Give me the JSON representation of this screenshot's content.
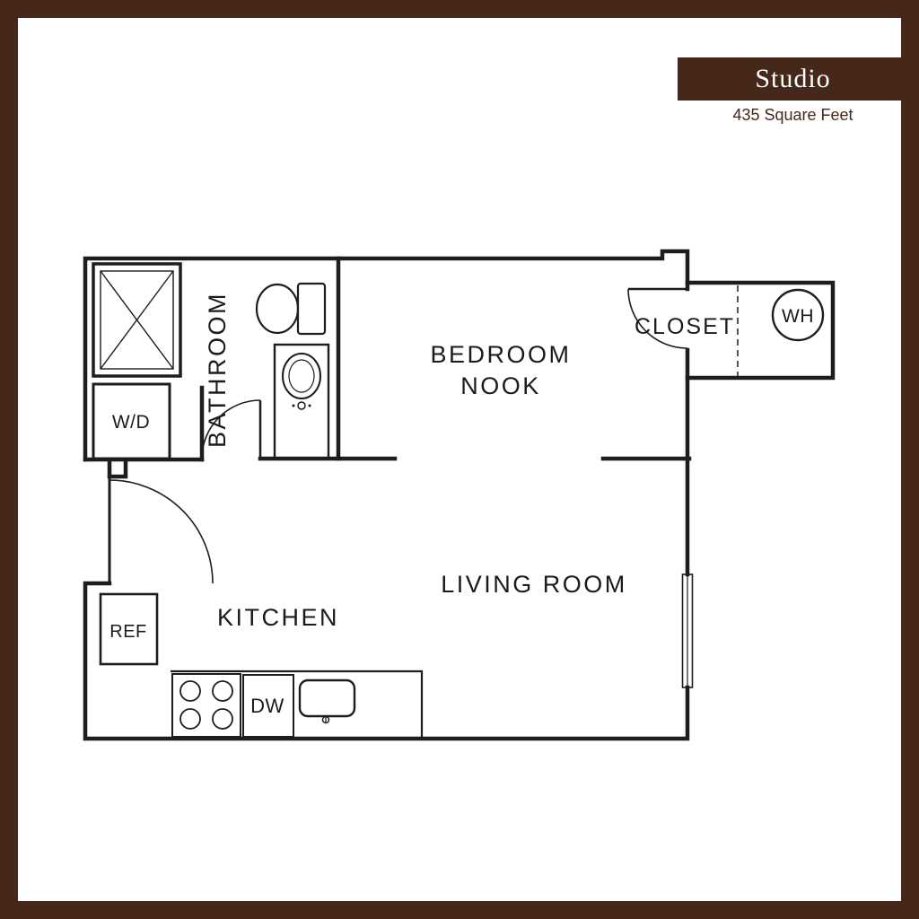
{
  "header": {
    "title": "Studio",
    "subtitle": "435 Square Feet"
  },
  "rooms": {
    "bathroom": "BATHROOM",
    "bedroom_nook_line1": "BEDROOM",
    "bedroom_nook_line2": "NOOK",
    "living_room": "LIVING ROOM",
    "kitchen": "KITCHEN",
    "closet": "CLOSET"
  },
  "fixtures": {
    "washer_dryer": "W/D",
    "water_heater": "WH",
    "refrigerator": "REF",
    "dishwasher": "DW"
  },
  "colors": {
    "frame_brown": "#46281b",
    "line_ink": "#1d1d1d",
    "background": "#ffffff"
  }
}
